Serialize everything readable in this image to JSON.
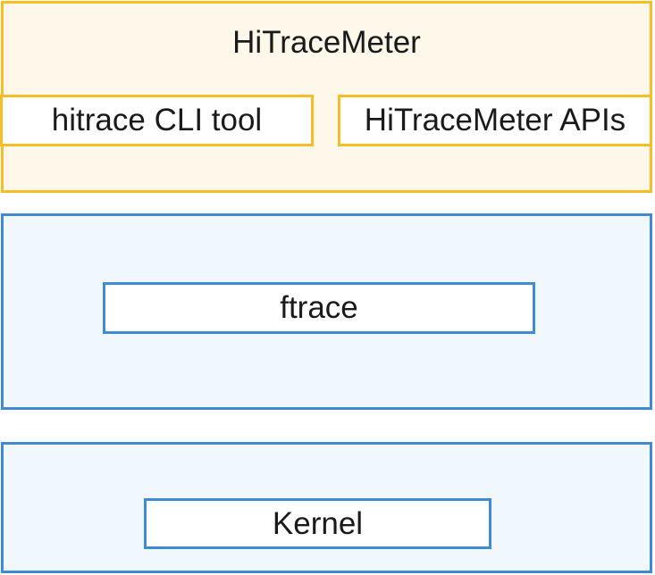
{
  "colors": {
    "yellow_border": "#f7bd27",
    "yellow_fill": "#fdf8ea",
    "blue_border": "#3e8ad5",
    "blue_fill": "#f0f7fd"
  },
  "top_layer": {
    "title": "HiTraceMeter",
    "left_box": "hitrace CLI tool",
    "right_box": "HiTraceMeter APIs"
  },
  "middle_layer": {
    "box": "ftrace"
  },
  "bottom_layer": {
    "box": "Kernel"
  }
}
